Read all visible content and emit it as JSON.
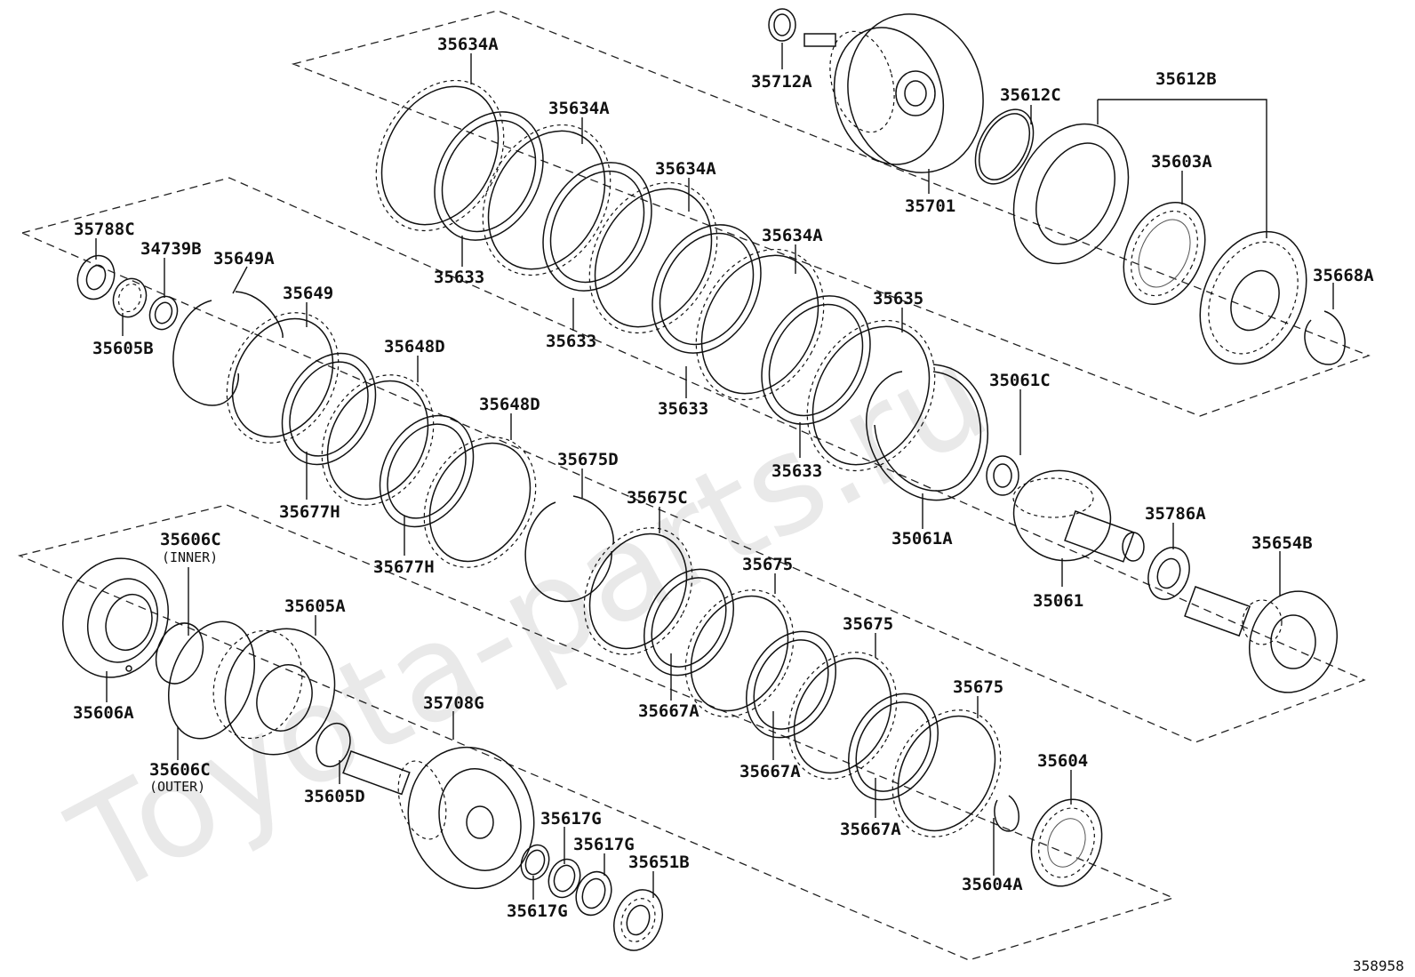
{
  "watermark": "Toyota-parts.ru",
  "figure_number": "358958",
  "annotations": {
    "inner": "(INNER)",
    "outer": "(OUTER)"
  },
  "labels": {
    "p35634A_1": "35634A",
    "p35634A_2": "35634A",
    "p35634A_3": "35634A",
    "p35634A_4": "35634A",
    "p35633_1": "35633",
    "p35633_2": "35633",
    "p35633_3": "35633",
    "p35633_4": "35633",
    "p35635": "35635",
    "p35712A": "35712A",
    "p35701": "35701",
    "p35612C": "35612C",
    "p35612B": "35612B",
    "p35603A": "35603A",
    "p35668A": "35668A",
    "p35061C": "35061C",
    "p35061A": "35061A",
    "p35061": "35061",
    "p35786A": "35786A",
    "p35654B": "35654B",
    "p35788C": "35788C",
    "p34739B": "34739B",
    "p35649A": "35649A",
    "p35649": "35649",
    "p35605B": "35605B",
    "p35648D_1": "35648D",
    "p35648D_2": "35648D",
    "p35677H_1": "35677H",
    "p35677H_2": "35677H",
    "p35675D": "35675D",
    "p35675C": "35675C",
    "p35675_1": "35675",
    "p35675_2": "35675",
    "p35675_3": "35675",
    "p35667A_1": "35667A",
    "p35667A_2": "35667A",
    "p35667A_3": "35667A",
    "p35604": "35604",
    "p35604A": "35604A",
    "p35606C_inner": "35606C",
    "p35606A": "35606A",
    "p35605A": "35605A",
    "p35606C_outer": "35606C",
    "p35605D": "35605D",
    "p35708G": "35708G",
    "p35617G_1": "35617G",
    "p35617G_2": "35617G",
    "p35617G_3": "35617G",
    "p35651B": "35651B"
  }
}
